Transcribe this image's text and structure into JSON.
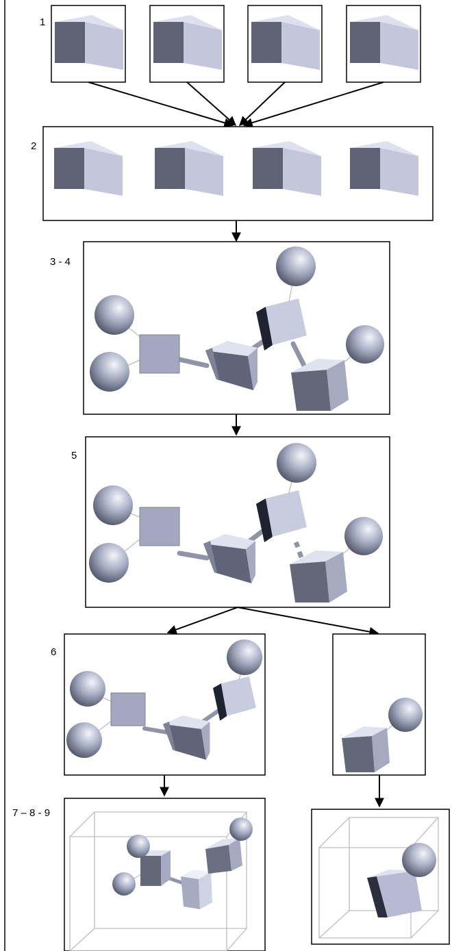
{
  "steps": [
    {
      "id": "s1",
      "label": "1"
    },
    {
      "id": "s2",
      "label": "2"
    },
    {
      "id": "s3",
      "label": "3 - 4"
    },
    {
      "id": "s5",
      "label": "5"
    },
    {
      "id": "s6",
      "label": "6"
    },
    {
      "id": "s7",
      "label": "7 – 8 - 9"
    }
  ],
  "colors": {
    "frame": "#000000",
    "cube_front": "#5e6272",
    "cube_side": "#c2c7dc",
    "cube_top": "#dde0ee",
    "bbox_line": "#bdbdbd",
    "sphere_light": "#f4f5fb",
    "sphere_dark": "#4a4f62"
  },
  "icons": [
    "cube-icon",
    "sphere-icon",
    "connector-rod",
    "arrow-icon",
    "bounding-box"
  ]
}
